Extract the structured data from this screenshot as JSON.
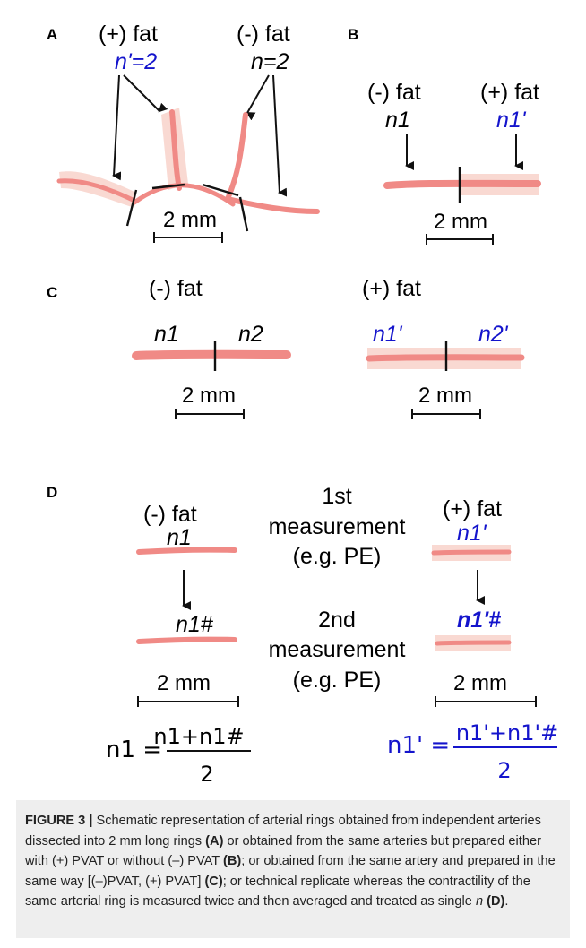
{
  "panels": {
    "A": {
      "letter": "A",
      "plus_fat": "(+) fat",
      "plus_n": "n'=2",
      "minus_fat": "(-) fat",
      "minus_n": "n=2",
      "scale": "2 mm"
    },
    "B": {
      "letter": "B",
      "minus_fat": "(-) fat",
      "minus_n": "n1",
      "plus_fat": "(+) fat",
      "plus_n": "n1'",
      "scale": "2 mm"
    },
    "C": {
      "letter": "C",
      "minus_fat": "(-) fat",
      "minus_n1": "n1",
      "minus_n2": "n2",
      "plus_fat": "(+) fat",
      "plus_n1": "n1'",
      "plus_n2": "n2'",
      "scale_left": "2 mm",
      "scale_right": "2 mm"
    },
    "D": {
      "letter": "D",
      "minus_fat": "(-) fat",
      "minus_n": "n1",
      "plus_fat": "(+) fat",
      "plus_n": "n1'",
      "first_line1": "1st",
      "first_line2": "measurement",
      "first_line3": "(e.g. PE)",
      "second_line1": "2nd",
      "second_line2": "measurement",
      "second_line3": "(e.g. PE)",
      "minus_n_hash": "n1#",
      "plus_n_hash": "n1'#",
      "scale_left": "2 mm",
      "scale_right": "2 mm",
      "formula_left_lhs": "n1 =",
      "formula_left_num": "n1+n1#",
      "formula_left_den": "2",
      "formula_right_lhs": "n1' =",
      "formula_right_num": "n1'+n1'#",
      "formula_right_den": "2"
    }
  },
  "caption": {
    "label": "FIGURE 3 |",
    "text_1": " Schematic representation of arterial rings obtained from independent arteries dissected into 2 mm long rings ",
    "ref_A": "(A)",
    "text_2": " or obtained from the same arteries but prepared either with (+) PVAT or without (–) PVAT ",
    "ref_B": "(B)",
    "text_3": "; or obtained from the same artery and prepared in the same way [(–)PVAT, (+) PVAT] ",
    "ref_C": "(C)",
    "text_4": "; or technical replicate whereas the contractility of the same arterial ring is measured twice and then averaged and treated as single ",
    "n_italic": "n",
    "text_5": " ",
    "ref_D": "(D)",
    "text_6": "."
  },
  "colors": {
    "artery": "#f08a86",
    "fat": "#f9d9d2",
    "blue": "#1414cc"
  }
}
